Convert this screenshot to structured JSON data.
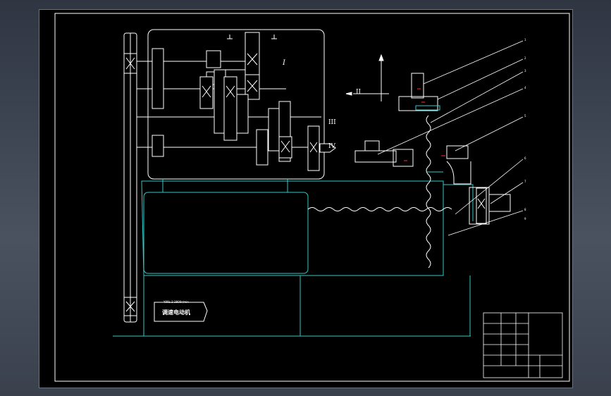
{
  "drawing": {
    "motor": {
      "spec": "Y90L-2-2800r/min",
      "title": "调速电动机"
    },
    "shaft_labels": [
      "I",
      "II",
      "III",
      "IV"
    ],
    "callout_numbers": [
      "1",
      "2",
      "3",
      "4",
      "5",
      "6",
      "7",
      "8",
      "9"
    ],
    "colors": {
      "background": "#000000",
      "linework": "#ffffff",
      "frame": "#33c7c7",
      "annotation": "#33cc33",
      "callout_red": "#ff3030"
    },
    "icons": [
      "bevel-gear-icon",
      "coupling-icon",
      "gear-icon",
      "worm-gear-icon",
      "cutter-icon"
    ]
  }
}
